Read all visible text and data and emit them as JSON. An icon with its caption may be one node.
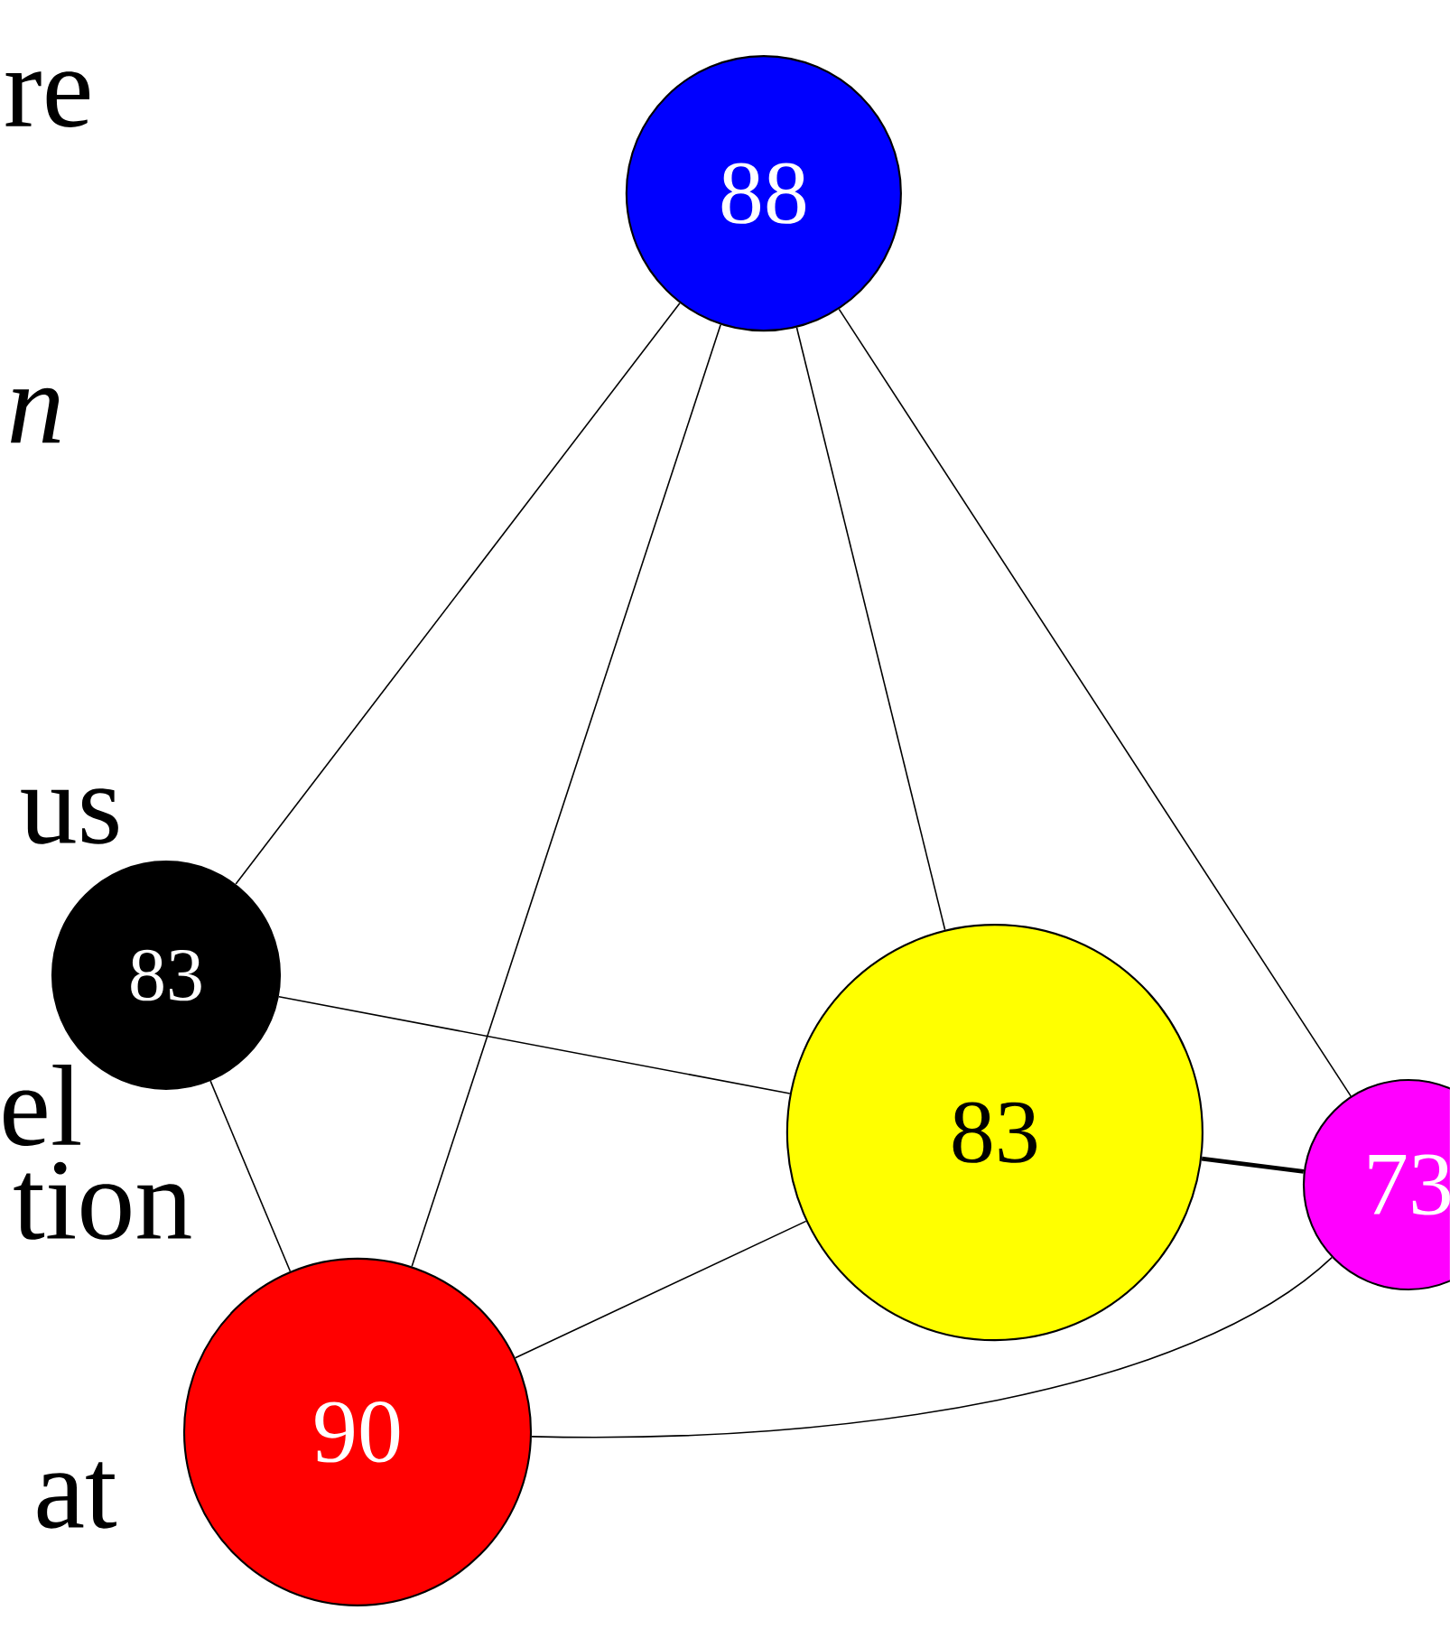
{
  "diagram": {
    "nodes": [
      {
        "text": [
          "88"
        ]
      },
      {
        "text": [
          "83"
        ]
      },
      {
        "text": [
          "83"
        ]
      },
      {
        "text": [
          "73"
        ]
      },
      {
        "text": [
          "90"
        ]
      }
    ],
    "edges": [
      {
        "from": 0,
        "to": 1,
        "arrow": "none"
      },
      {
        "from": 0,
        "to": 4,
        "arrow": "none"
      },
      {
        "from": 0,
        "to": 2,
        "arrow": "none"
      },
      {
        "from": 0,
        "to": 3,
        "arrow": "none"
      },
      {
        "from": 1,
        "to": 2,
        "arrow": "none"
      },
      {
        "from": 1,
        "to": 4,
        "arrow": "none"
      },
      {
        "from": 4,
        "to": 2,
        "arrow": "none"
      },
      {
        "from": 4,
        "to": 3,
        "arrow": "none"
      },
      {
        "from": 2,
        "to": 3,
        "arrow": "none",
        "style": "thick"
      }
    ],
    "labels": [
      "re",
      "n",
      "us",
      "el",
      "tion",
      "at"
    ]
  }
}
